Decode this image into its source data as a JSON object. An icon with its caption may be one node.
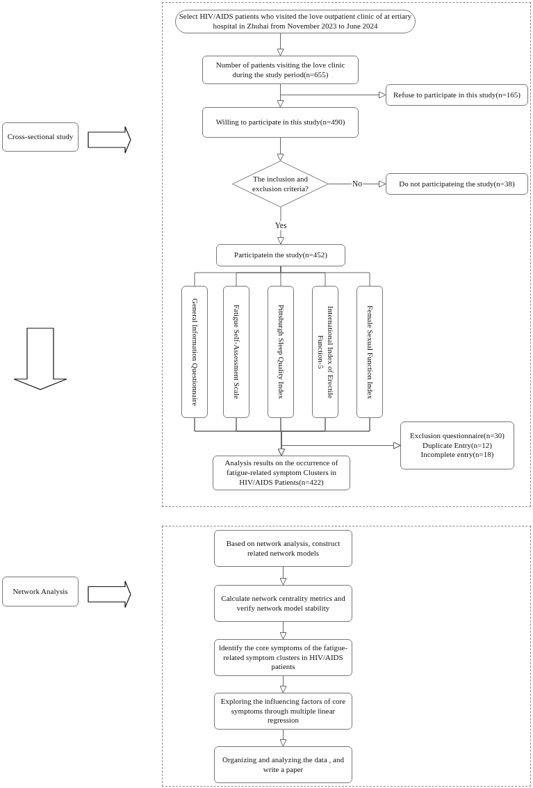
{
  "diagram": {
    "nodes": [
      {
        "text": [],
        "shape": "box"
      },
      {
        "text": [
          "Select HIV/AIDS patients who visited the love outpatient clinic of at ertiary hospital in Zhuhai from November 2023 to June 2024"
        ],
        "in": 0
      },
      {
        "text": [
          "Number of patients visiting the love clinic during the study period(n=655)"
        ],
        "in": 0
      },
      {
        "text": [
          "Refuse to participate in this study(n=165)"
        ],
        "in": 0
      },
      {
        "text": [
          "Willing to participate in this study(n=490)"
        ],
        "in": 0
      },
      {
        "text": [
          "The inclusion and exclusion criteria?"
        ],
        "in": 0
      },
      {
        "text": [
          "Do not participateing the study(n=38)"
        ],
        "in": 0
      },
      {
        "text": [
          "Participatein the study(n=452)"
        ],
        "in": 0
      },
      {
        "text": [
          "General Information Questionnaire"
        ],
        "in": 0
      },
      {
        "text": [
          "Fatigue Self-Assessment Scale"
        ],
        "in": 0
      },
      {
        "text": [
          "Pittsburgh Sleep Quality Index"
        ],
        "in": 0
      },
      {
        "text": [
          "International Index of Erectile Function-5"
        ],
        "in": 0
      },
      {
        "text": [
          "Female Sexual Function Index"
        ],
        "in": 0
      },
      {
        "text": [
          "Exclusion questionnaire(n=30)",
          "Duplicate Entry(n=12)",
          "Incomplete entry(n=18)"
        ],
        "in": 0
      },
      {
        "text": [
          "Analysis results on the occurrence of fatigue-related symptom Clusters in HIV/AIDS Patients(n=422)"
        ],
        "in": 0
      },
      {
        "text": [],
        "shape": "box"
      },
      {
        "text": [
          "Based on network analysis, construct related network models"
        ],
        "in": 15
      },
      {
        "text": [
          "Calculate network centrality metrics and verify network model stability"
        ],
        "in": 15
      },
      {
        "text": [
          "ldentify the core symptoms of the fatigue-related symptom clusters in HIV/AIDS patients"
        ],
        "in": 15
      },
      {
        "text": [
          "Exploring the influencing factors of core symptoms through multiple linear regression"
        ],
        "in": 15
      },
      {
        "text": [
          "Organizing and analyzing the data , and write a paper"
        ],
        "in": 15
      },
      {
        "text": [
          "Cross-sectional study"
        ]
      },
      {
        "text": [
          "Network Analysis"
        ]
      }
    ],
    "edges": [
      {
        "from": 1,
        "to": 2,
        "arrow": "to"
      },
      {
        "from": 2,
        "to": 4,
        "arrow": "to"
      },
      {
        "from": 2,
        "to": 3,
        "arrow": "to"
      },
      {
        "from": 4,
        "to": 5,
        "arrow": "to"
      },
      {
        "from": 5,
        "to": 6,
        "arrow": "to",
        "label": "No"
      },
      {
        "from": 5,
        "to": 7,
        "arrow": "to",
        "label": "Yes"
      },
      {
        "from": 7,
        "to": 8,
        "arrow": "none"
      },
      {
        "from": 7,
        "to": 9,
        "arrow": "none"
      },
      {
        "from": 7,
        "to": 10,
        "arrow": "none"
      },
      {
        "from": 7,
        "to": 11,
        "arrow": "none"
      },
      {
        "from": 7,
        "to": 12,
        "arrow": "none"
      },
      {
        "from": 8,
        "to": 14,
        "arrow": "to"
      },
      {
        "from": 9,
        "to": 14,
        "arrow": "to"
      },
      {
        "from": 10,
        "to": 14,
        "arrow": "to"
      },
      {
        "from": 11,
        "to": 14,
        "arrow": "to"
      },
      {
        "from": 12,
        "to": 14,
        "arrow": "to"
      },
      {
        "from": 8,
        "to": 13,
        "arrow": "to"
      },
      {
        "from": 9,
        "to": 13,
        "arrow": "to"
      },
      {
        "from": 10,
        "to": 13,
        "arrow": "to"
      },
      {
        "from": 11,
        "to": 13,
        "arrow": "to"
      },
      {
        "from": 12,
        "to": 13,
        "arrow": "to"
      },
      {
        "from": 16,
        "to": 17,
        "arrow": "to"
      },
      {
        "from": 17,
        "to": 18,
        "arrow": "to"
      },
      {
        "from": 18,
        "to": 19,
        "arrow": "to"
      },
      {
        "from": 19,
        "to": 20,
        "arrow": "to"
      },
      {
        "from": 21,
        "to": 0,
        "arrow": "to",
        "style": "thick"
      },
      {
        "from": 22,
        "to": 15,
        "arrow": "to",
        "style": "thick"
      }
    ]
  }
}
